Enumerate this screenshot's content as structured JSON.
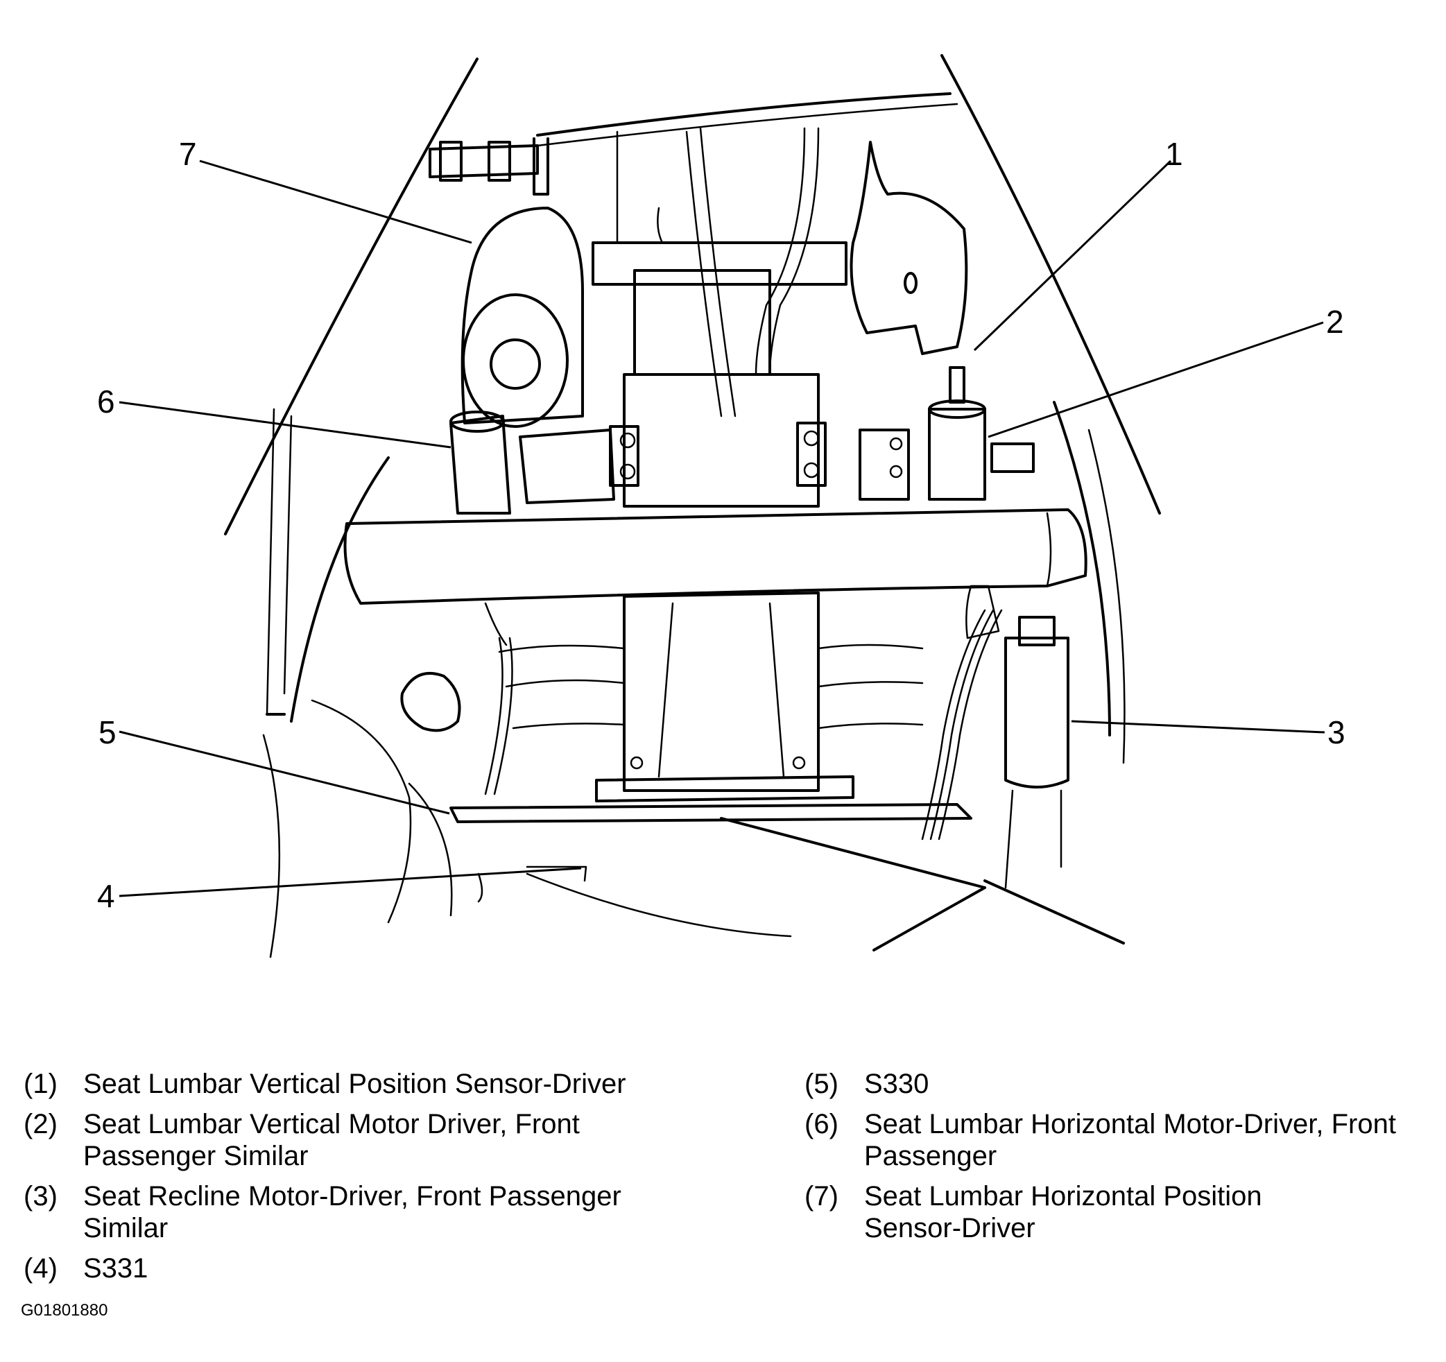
{
  "callouts": {
    "c1": "1",
    "c2": "2",
    "c3": "3",
    "c4": "4",
    "c5": "5",
    "c6": "6",
    "c7": "7"
  },
  "legend": [
    {
      "num": "(1)",
      "text": "Seat Lumbar Vertical Position Sensor-Driver"
    },
    {
      "num": "(2)",
      "text": "Seat Lumbar Vertical Motor Driver, Front Passenger Similar"
    },
    {
      "num": "(3)",
      "text": "Seat Recline Motor-Driver, Front Passenger Similar"
    },
    {
      "num": "(4)",
      "text": "S331"
    },
    {
      "num": "(5)",
      "text": "S330"
    },
    {
      "num": "(6)",
      "text": "Seat Lumbar Horizontal Motor-Driver, Front Passenger"
    },
    {
      "num": "(7)",
      "text": "Seat Lumbar Horizontal Position Sensor-Driver"
    }
  ],
  "figure_id": "G01801880"
}
